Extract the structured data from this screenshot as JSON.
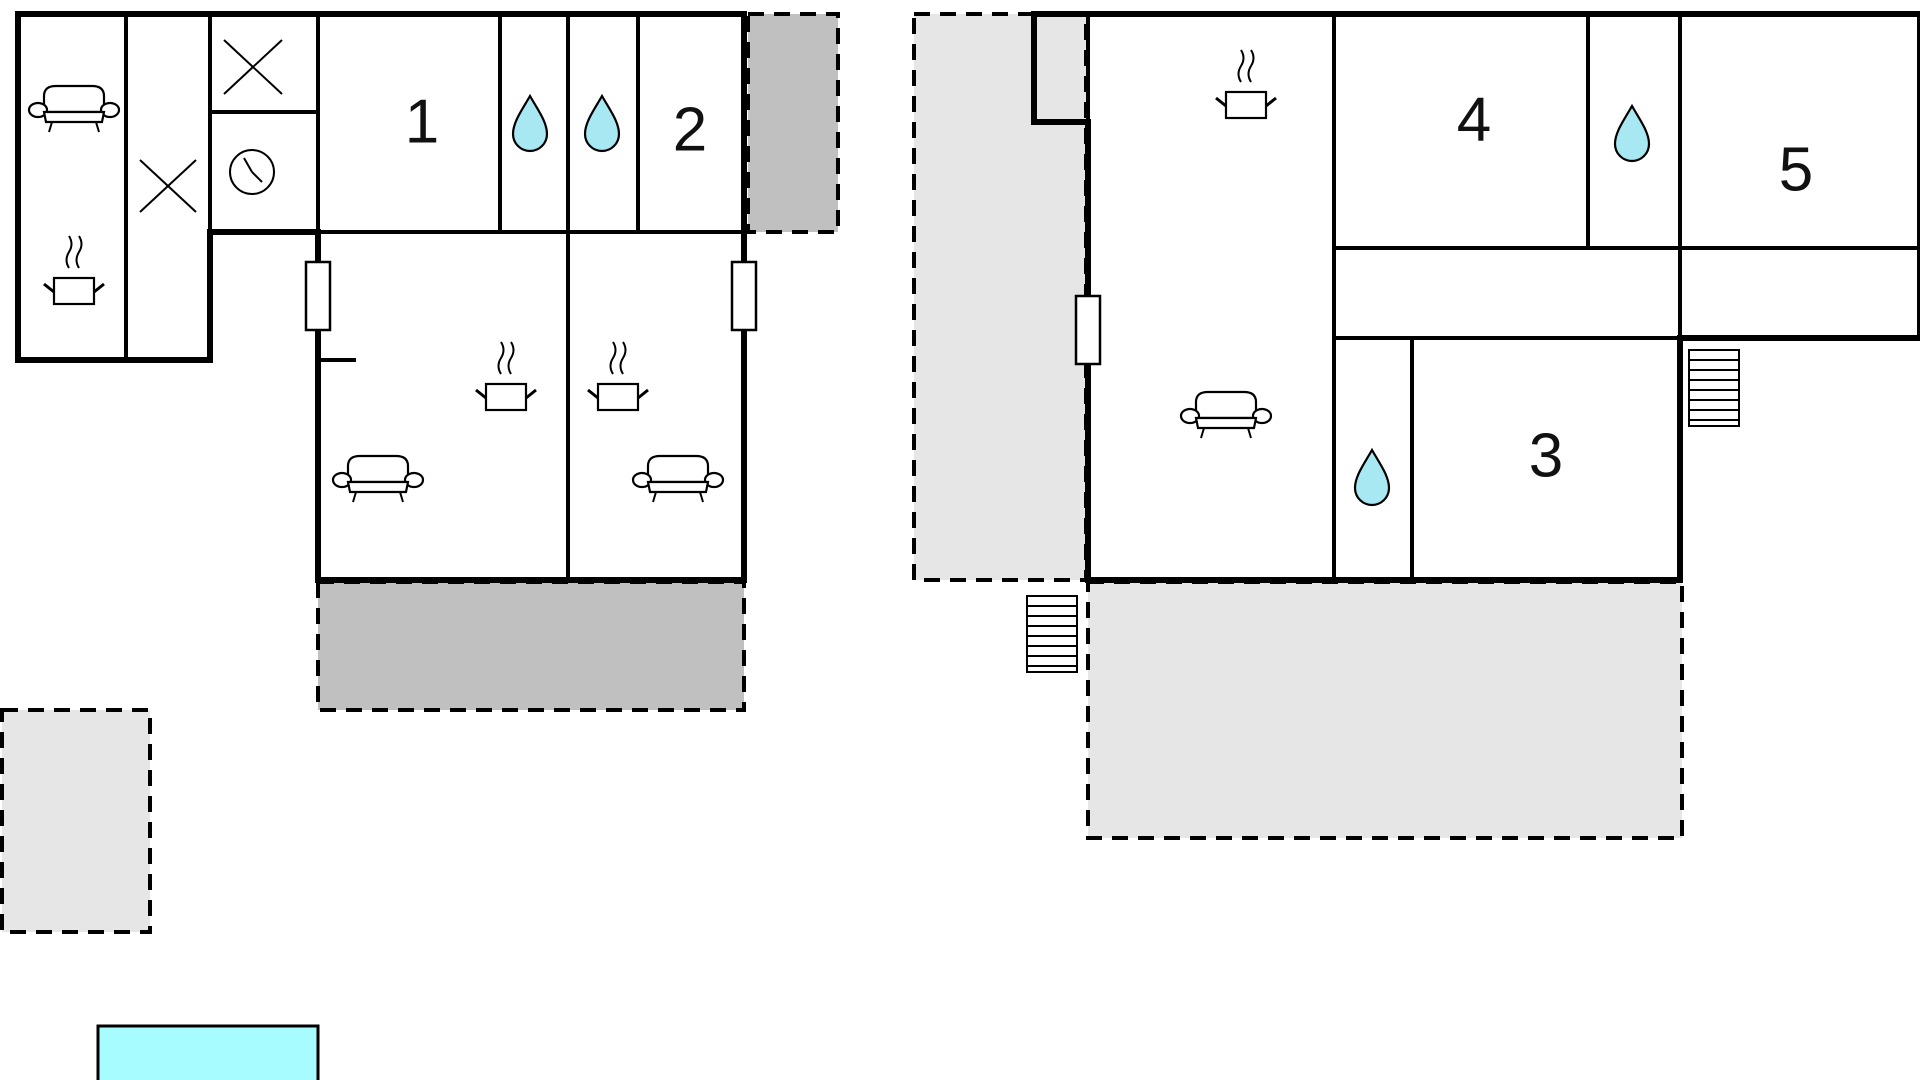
{
  "rooms": {
    "r1": "1",
    "r2": "2",
    "r3": "3",
    "r4": "4",
    "r5": "5"
  },
  "colors": {
    "terrace_dark": "#c0c0c0",
    "terrace_light": "#e6e6e6",
    "pool": "#a6fcff",
    "water_drop": "#a8e8f2",
    "wall": "#000000"
  },
  "icons": [
    "sofa-icon",
    "cooking-pot-icon",
    "water-drop-icon",
    "clock-icon",
    "cross-icon",
    "stairs-icon",
    "window-icon"
  ]
}
